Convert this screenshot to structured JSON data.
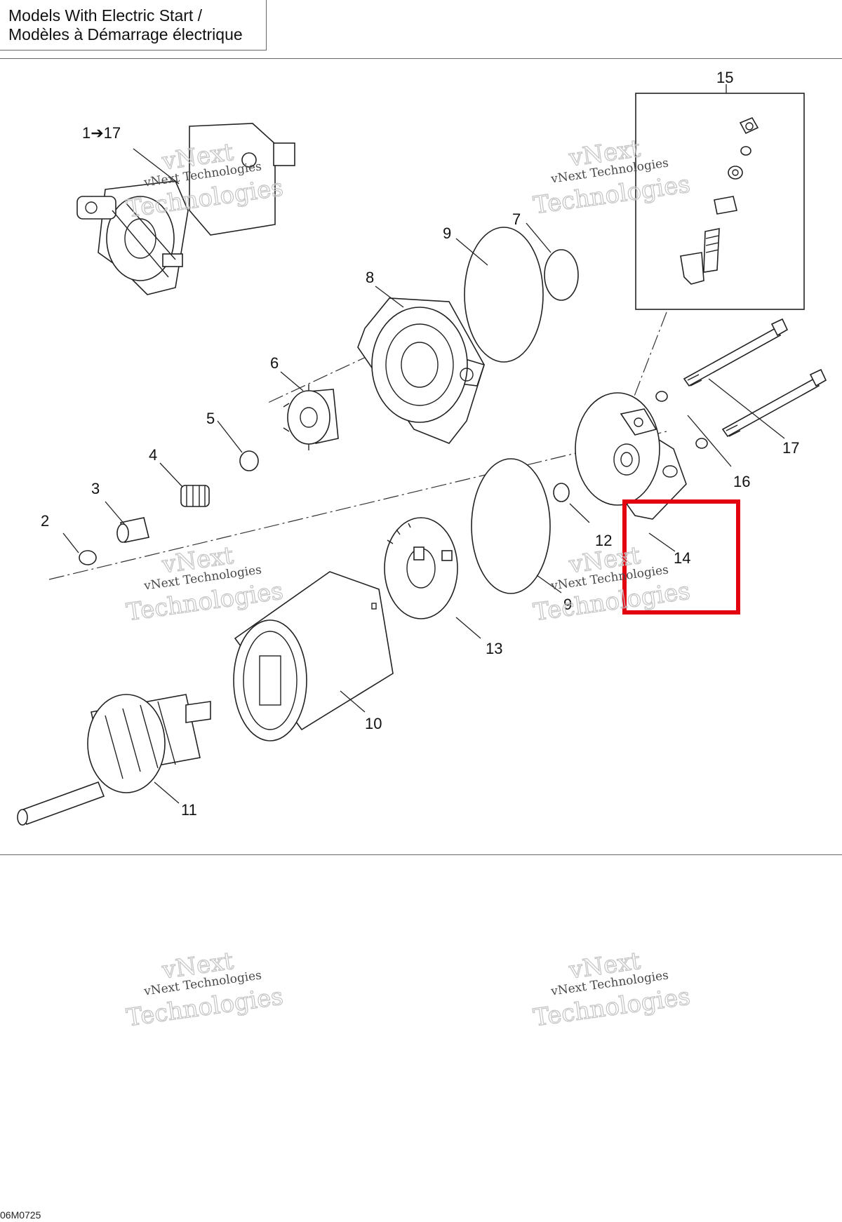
{
  "header": {
    "title_en": "Models With Electric Start /",
    "title_fr": "Modèles à Démarrage électrique"
  },
  "callouts": {
    "c1_17": "1➔17",
    "c2": "2",
    "c3": "3",
    "c4": "4",
    "c5": "5",
    "c6": "6",
    "c7": "7",
    "c8": "8",
    "c9a": "9",
    "c9b": "9",
    "c10": "10",
    "c11": "11",
    "c12": "12",
    "c13": "13",
    "c14": "14",
    "c15": "15",
    "c16": "16",
    "c17": "17"
  },
  "watermark": {
    "line1": "vNext Technologies",
    "line2": "vNext",
    "line3": "Technologies"
  },
  "highlight": {
    "target": "14",
    "color": "#e3000f"
  },
  "footer": {
    "figure_code": "06M0725"
  }
}
